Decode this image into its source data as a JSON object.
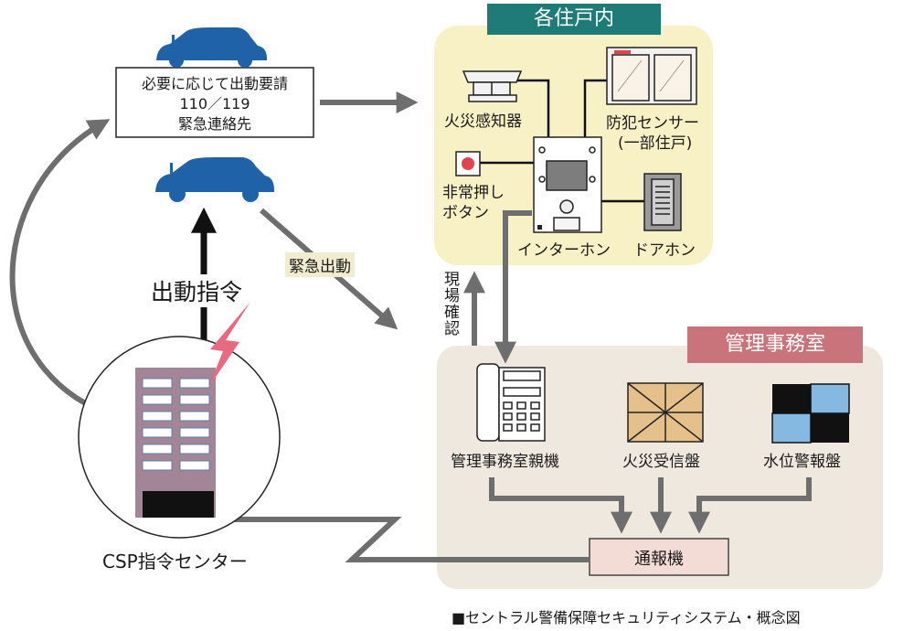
{
  "residence": {
    "title": "各住戸内",
    "fire_sensor": "火災感知器",
    "security_sensor": "防犯センサー",
    "security_sensor_note": "(一部住戸)",
    "emergency_button_line1": "非常押し",
    "emergency_button_line2": "ボタン",
    "intercom": "インターホン",
    "door_phone": "ドアホン"
  },
  "management": {
    "title": "管理事務室",
    "master_unit": "管理事務室親機",
    "fire_panel": "火災受信盤",
    "water_panel": "水位警報盤",
    "reporter": "通報機"
  },
  "dispatch_box": {
    "line1": "必要に応じて出動要請",
    "line2": "110／119",
    "line3": "緊急連絡先"
  },
  "labels": {
    "emergency_dispatch": "緊急出動",
    "dispatch_order": "出動指令",
    "site_check": "現場確認",
    "csp_center": "CSP指令センター",
    "caption": "■セントラル警備保障セキュリティシステム・概念図"
  },
  "colors": {
    "residence_panel": "#f8f1c6",
    "residence_header": "#1e7b78",
    "management_panel": "#efe8df",
    "management_header": "#c9737b",
    "car": "#1f62a8",
    "arrow_gray": "#6e6e6e",
    "building": "#a28596",
    "lightning": "#e86a80",
    "fire_panel_fill": "#e6c08b",
    "water_panel_cell": "#86b9e2",
    "reporter_fill": "#f3dcd6"
  }
}
